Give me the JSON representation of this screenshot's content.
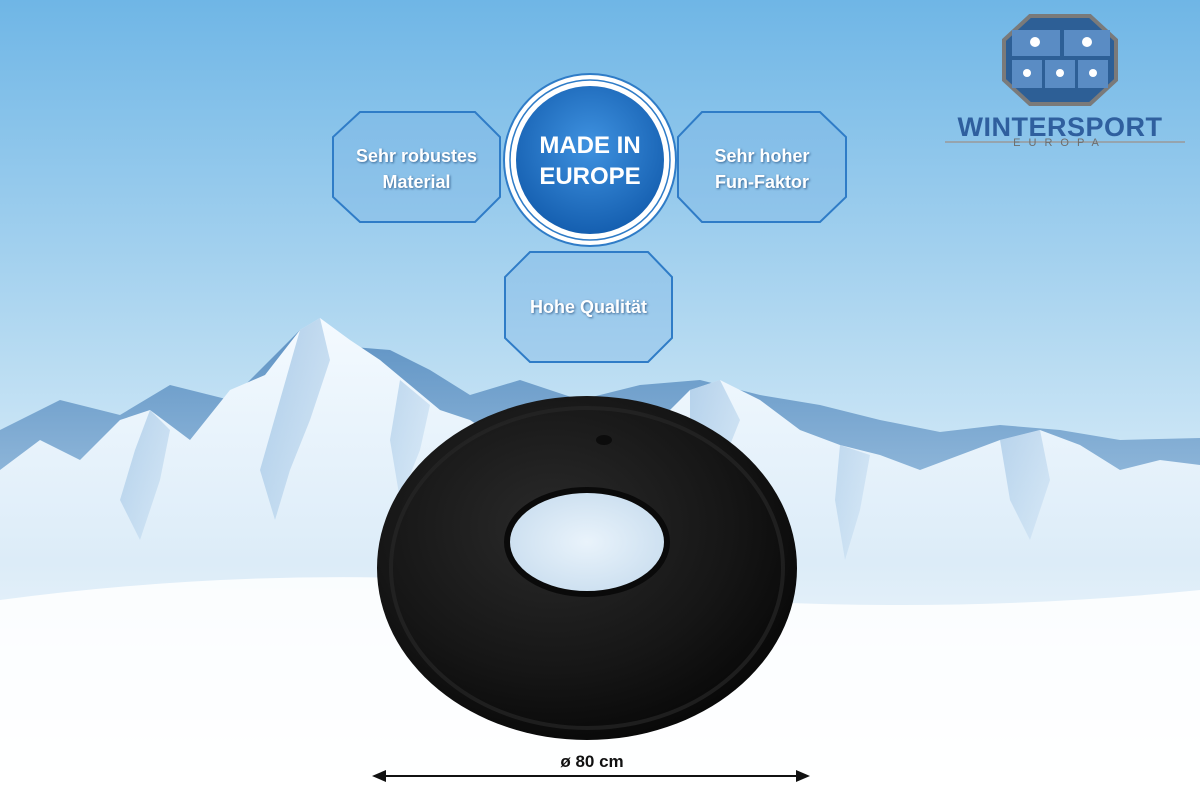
{
  "badges": {
    "left": [
      "Sehr robustes",
      "Material"
    ],
    "center": [
      "MADE IN",
      "EUROPE"
    ],
    "right": [
      "Sehr hoher",
      "Fun-Faktor"
    ],
    "bottom": "Hohe Qualität"
  },
  "brand": {
    "name": "WINTERSPORT",
    "sub": "EUROPA",
    "logo_icon": "winter-sports-hexagon-logo"
  },
  "product": {
    "name": "snow-tube-icon",
    "diameter_label": "ø 80 cm"
  },
  "colors": {
    "sky_top": "#6fb6e6",
    "badge_blue": "#4f97d6",
    "made_in_circle": "#1c6fc6",
    "brand_blue": "#2f5f9e",
    "tube": "#141414"
  }
}
